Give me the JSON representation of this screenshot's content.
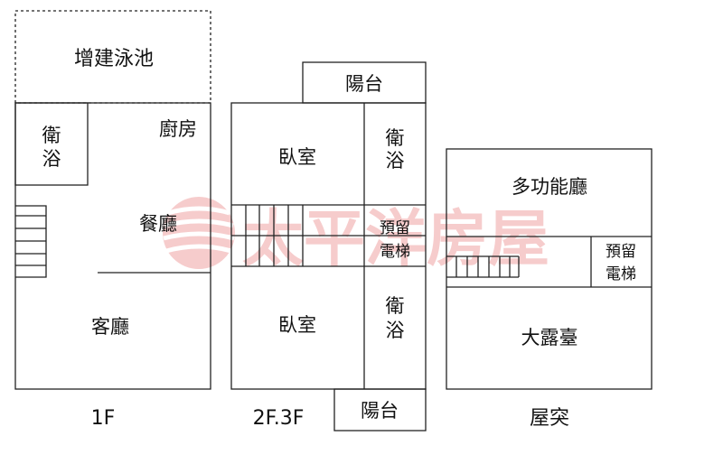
{
  "watermark": {
    "text": "太平洋房屋",
    "color": "#e04a4a"
  },
  "floor_1f": {
    "label": "1F",
    "pool": "增建泳池",
    "bath_line1": "衛",
    "bath_line2": "浴",
    "kitchen": "廚房",
    "dining": "餐廳",
    "living": "客廳"
  },
  "floor_2f3f": {
    "label": "2F.3F",
    "balcony_top": "陽台",
    "bedroom_upper": "臥室",
    "bath_upper_line1": "衛",
    "bath_upper_line2": "浴",
    "elevator_line1": "預留",
    "elevator_line2": "電梯",
    "bedroom_lower": "臥室",
    "bath_lower_line1": "衛",
    "bath_lower_line2": "浴",
    "balcony_bottom": "陽台"
  },
  "floor_roof": {
    "label": "屋突",
    "multi_room": "多功能廳",
    "elevator_line1": "預留",
    "elevator_line2": "電梯",
    "terrace": "大露臺"
  }
}
